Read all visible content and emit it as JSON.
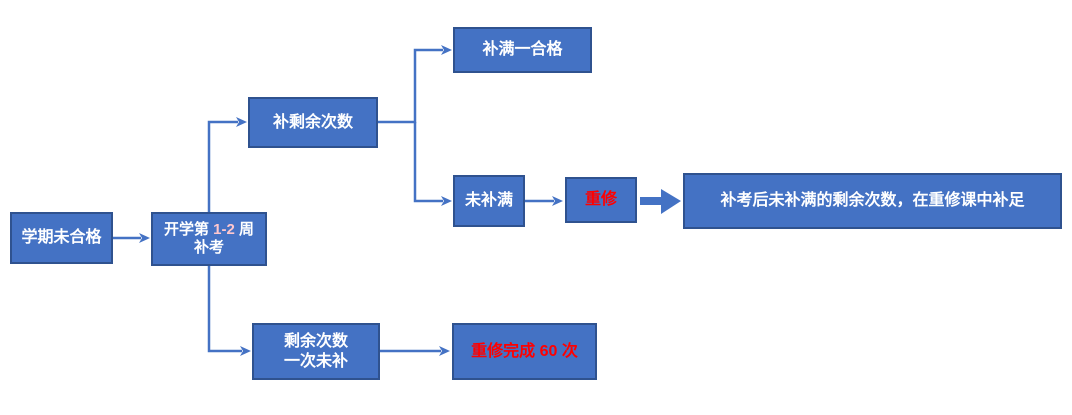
{
  "diagram": {
    "type": "flowchart",
    "background": "#FFFFFF",
    "colors": {
      "box_fill": "#4472C4",
      "box_border": "#2F528F",
      "connector": "#4472C4",
      "text_default": "#FFFFFF",
      "text_emphasis_red": "#FF0000",
      "digits_accent_pink": "#FFC7CE"
    },
    "nodes": {
      "semester_fail": {
        "label": "学期未合格"
      },
      "makeup_exam": {
        "line1_prefix": "开学第 ",
        "line1_number": "1-2",
        "line1_suffix": " 周",
        "line2": "补考"
      },
      "makeup_remaining": {
        "label": "补剩余次数"
      },
      "filled_pass": {
        "label": "补满一合格"
      },
      "not_filled": {
        "label": "未补满"
      },
      "retake": {
        "label": "重修"
      },
      "retake_note": {
        "label": "补考后未补满的剩余次数，在重修课中补足"
      },
      "remaining_once_unfilled": {
        "line1": "剩余次数",
        "line2": "一次未补"
      },
      "retake_complete": {
        "label": "重修完成 60 次"
      }
    },
    "edges": [
      {
        "from": "semester_fail",
        "to": "makeup_exam",
        "style": "arrow"
      },
      {
        "from": "makeup_exam",
        "to": "makeup_remaining",
        "style": "elbow-arrow"
      },
      {
        "from": "makeup_exam",
        "to": "remaining_once_unfilled",
        "style": "elbow-arrow"
      },
      {
        "from": "makeup_remaining",
        "to": "filled_pass",
        "style": "elbow-arrow"
      },
      {
        "from": "makeup_remaining",
        "to": "not_filled",
        "style": "elbow-arrow"
      },
      {
        "from": "not_filled",
        "to": "retake",
        "style": "arrow"
      },
      {
        "from": "retake",
        "to": "retake_note",
        "style": "thick-block-arrow"
      },
      {
        "from": "remaining_once_unfilled",
        "to": "retake_complete",
        "style": "arrow"
      }
    ]
  }
}
